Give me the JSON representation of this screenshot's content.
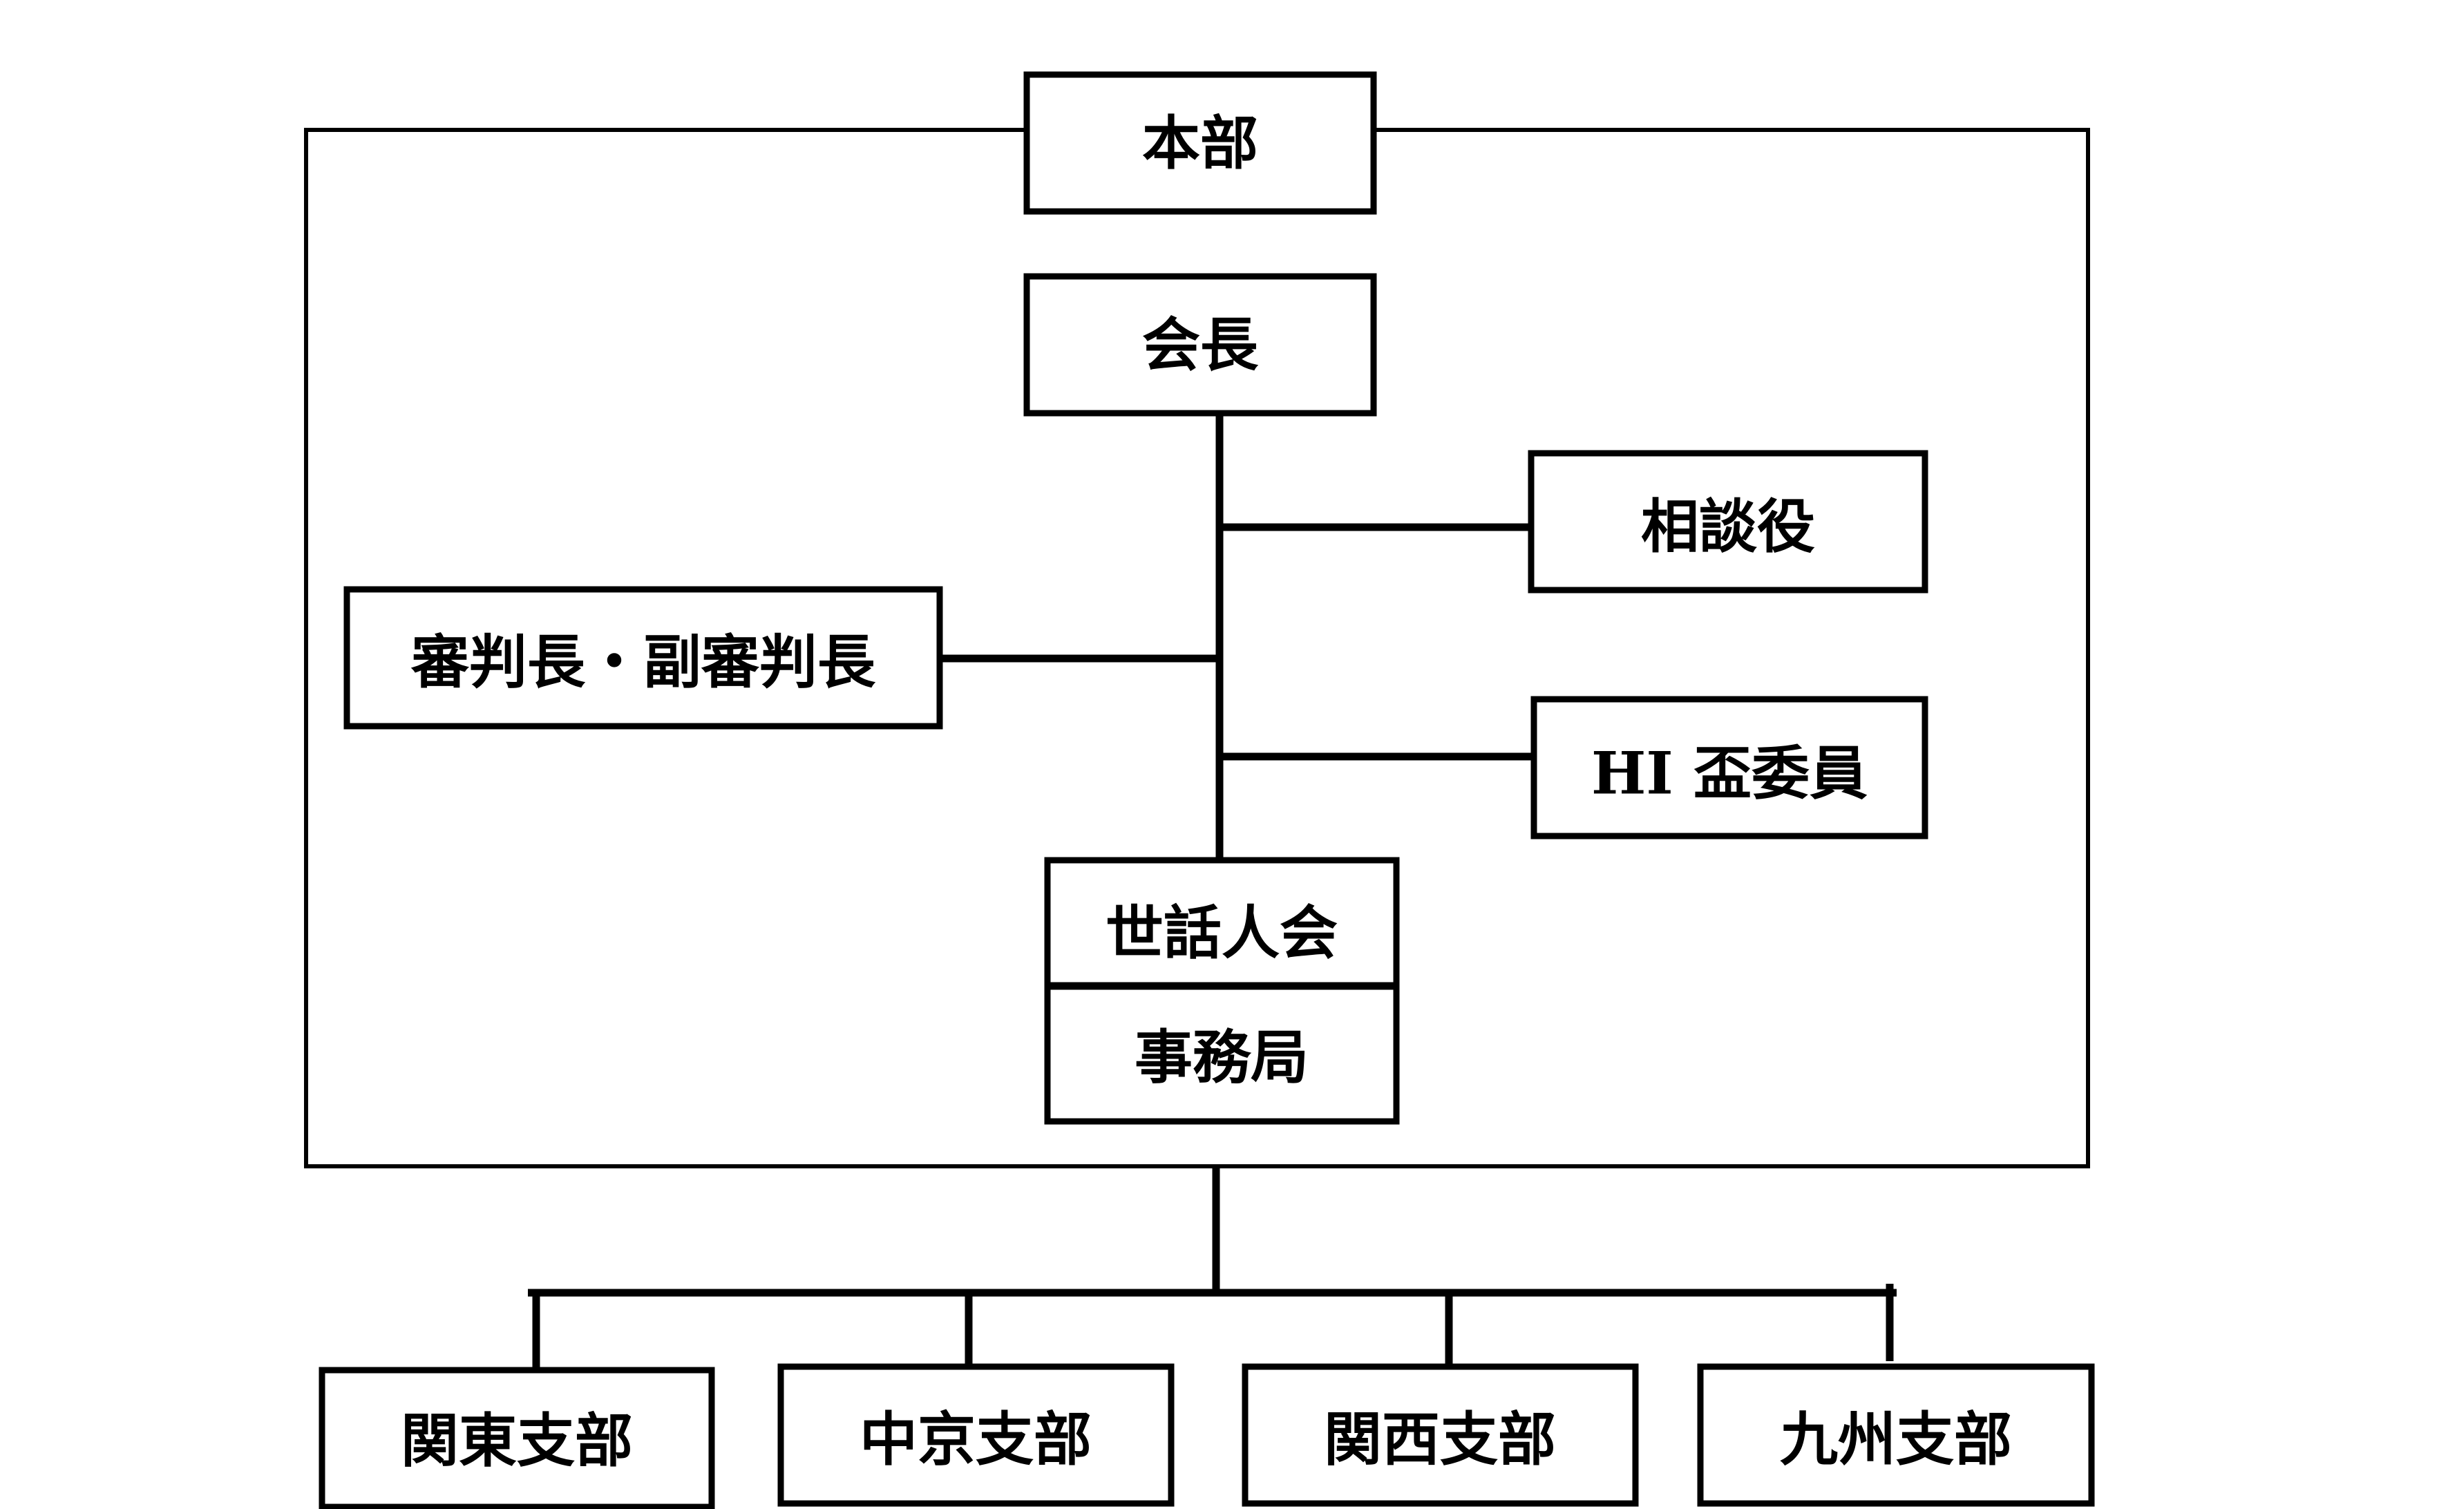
{
  "headquarters": {
    "label": "本部",
    "chairman": "会長",
    "advisor": "相談役",
    "judges": "審判長・副審判長",
    "hi_committee": "HI 盃委員",
    "secretariat": {
      "top": "世話人会",
      "bottom": "事務局"
    }
  },
  "branches": [
    {
      "label": "関東支部"
    },
    {
      "label": "中京支部"
    },
    {
      "label": "関西支部"
    },
    {
      "label": "九州支部"
    }
  ]
}
